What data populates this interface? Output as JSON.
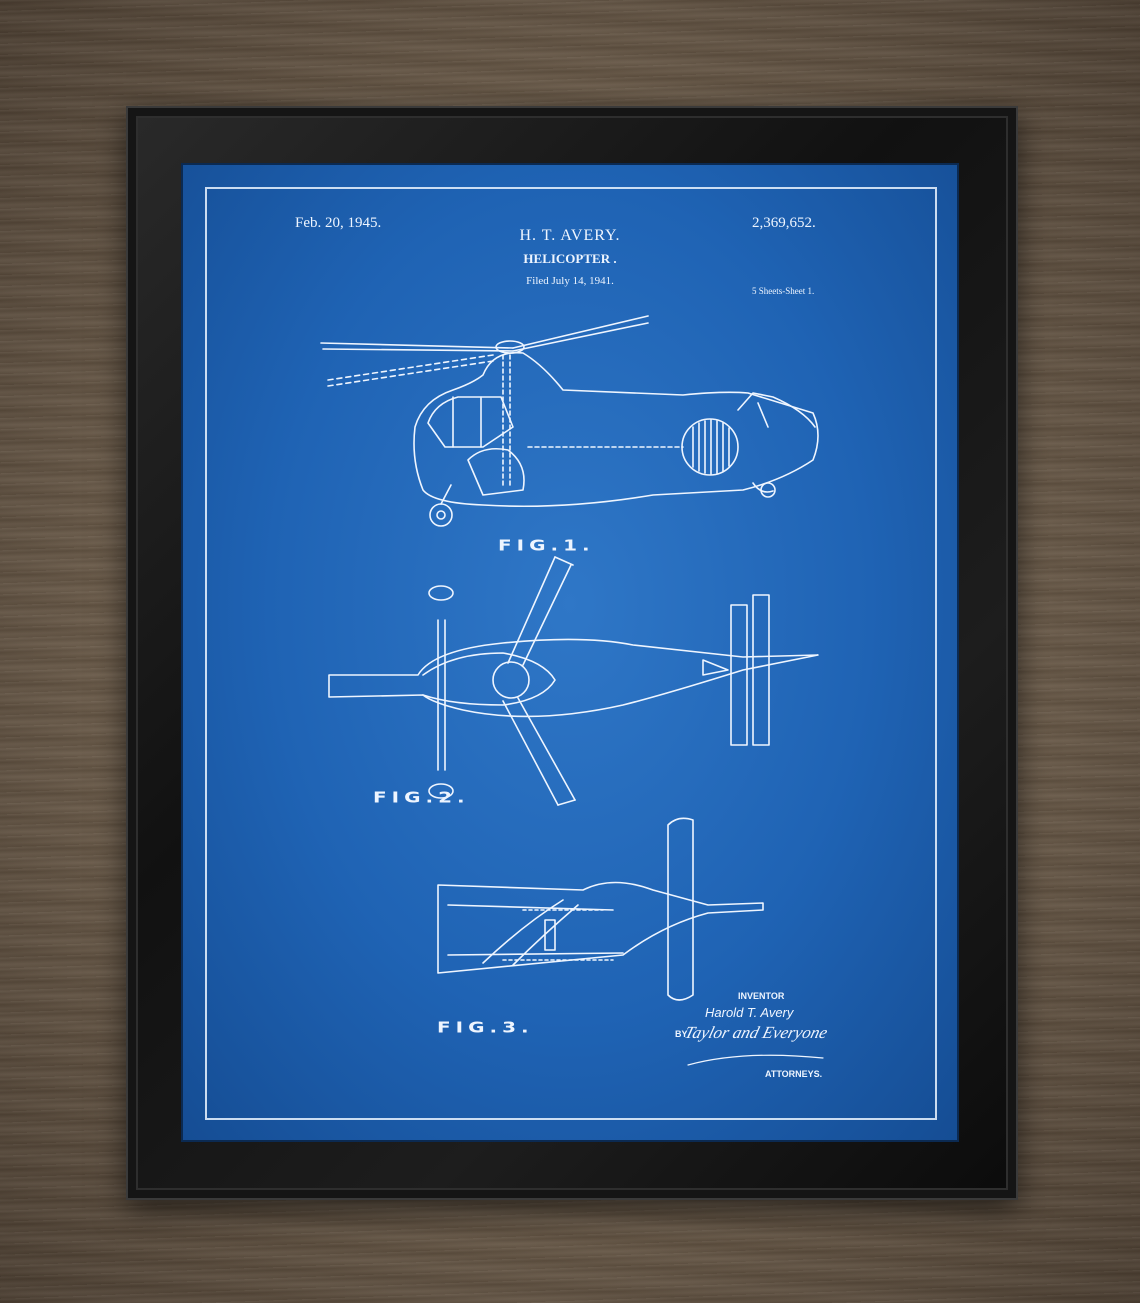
{
  "patent": {
    "date": "Feb. 20, 1945.",
    "inventor_short": "H. T. AVERY.",
    "title": "HELICOPTER .",
    "filed": "Filed July 14, 1941.",
    "number": "2,369,652.",
    "sheets": "5 Sheets-Sheet 1."
  },
  "figures": {
    "fig1": "FIG.1.",
    "fig2": "FIG.2.",
    "fig3": "FIG.3."
  },
  "signature": {
    "inventor_label": "INVENTOR",
    "inventor_name": "Harold T. Avery",
    "by": "BY",
    "firm": "Taylor and Everyone",
    "attorneys": "ATTORNEYS."
  },
  "colors": {
    "blueprint": "#1f63b4",
    "lines": "#eef5ff",
    "frame": "#111111",
    "wood": "#6b5b49"
  }
}
